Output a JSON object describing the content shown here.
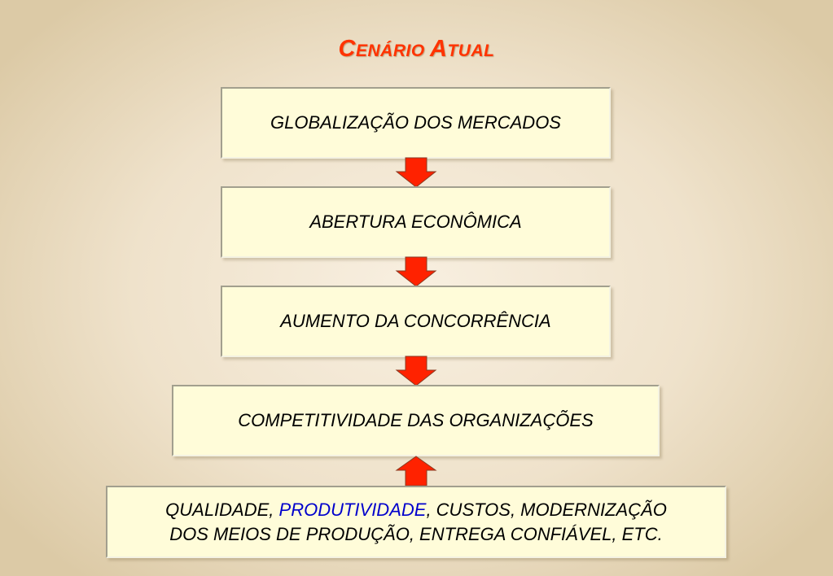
{
  "title": {
    "first_initial": "C",
    "first_rest": "ENÁRIO",
    "second_initial": "A",
    "second_rest": "TUAL"
  },
  "boxes": {
    "globalizacao": "GLOBALIZAÇÃO DOS MERCADOS",
    "abertura": "ABERTURA ECONÔMICA",
    "concorrencia": "AUMENTO DA CONCORRÊNCIA",
    "competitividade": "COMPETITIVIDADE DAS ORGANIZAÇÕES",
    "fatores": {
      "line1_start": "QUALIDADE, ",
      "line1_highlight": "PRODUTIVIDADE",
      "line1_end": ", CUSTOS, MODERNIZAÇÃO",
      "line2": "DOS MEIOS DE PRODUÇÃO, ENTREGA CONFIÁVEL, ETC."
    }
  },
  "colors": {
    "title": "#ff3300",
    "box_fill": "#fffcd9",
    "arrow_fill": "#ff2200",
    "highlight_text": "#0000cc"
  },
  "arrows": [
    {
      "from": "GLOBALIZAÇÃO DOS MERCADOS",
      "to": "ABERTURA ECONÔMICA",
      "direction": "down"
    },
    {
      "from": "ABERTURA ECONÔMICA",
      "to": "AUMENTO DA CONCORRÊNCIA",
      "direction": "down"
    },
    {
      "from": "AUMENTO DA CONCORRÊNCIA",
      "to": "COMPETITIVIDADE DAS ORGANIZAÇÕES",
      "direction": "down"
    },
    {
      "from": "QUALIDADE, PRODUTIVIDADE, CUSTOS, MODERNIZAÇÃO DOS MEIOS DE PRODUÇÃO, ENTREGA CONFIÁVEL, ETC.",
      "to": "COMPETITIVIDADE DAS ORGANIZAÇÕES",
      "direction": "up"
    }
  ]
}
